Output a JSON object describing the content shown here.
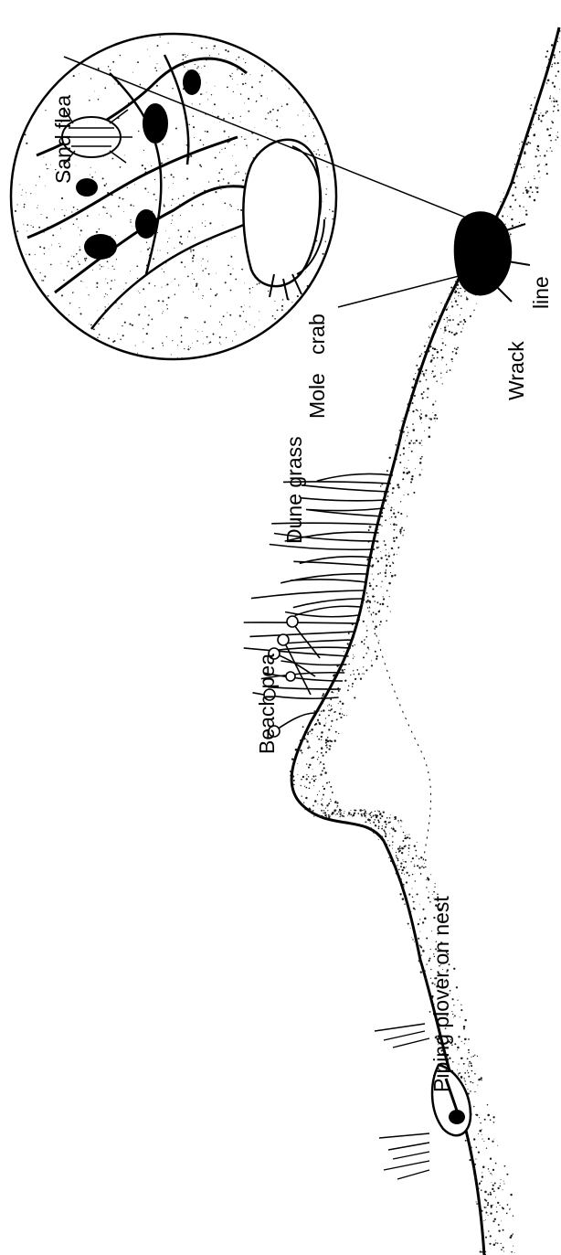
{
  "labels": {
    "sand_flea": "Sand flea",
    "mole_crab_1": "Mole",
    "mole_crab_2": "crab",
    "wrack_1": "Wrack",
    "wrack_2": "line",
    "dune_grass": "Dune grass",
    "beach_pea": "Beach pea",
    "piping_plover": "Piping plover on nest"
  },
  "colors": {
    "ink": "#000000",
    "sand": "#1a1a1a",
    "background": "#ffffff"
  }
}
